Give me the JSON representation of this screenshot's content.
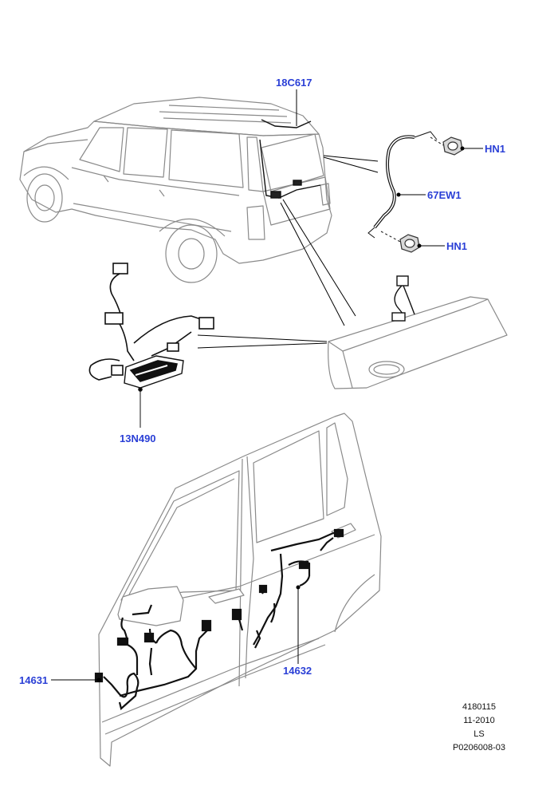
{
  "callouts": {
    "tail_harness": "18C617",
    "strut_cable": "67EW1",
    "nut_upper": "HN1",
    "nut_lower": "HN1",
    "lamp_harness": "13N490",
    "front_door_harness": "14631",
    "rear_door_harness": "14632"
  },
  "meta": {
    "code": "4180115",
    "date": "11-2010",
    "variant": "LS",
    "ref": "P0206008-03"
  },
  "colors": {
    "callout": "#2a3fd6",
    "line_art": "#8a8a8a",
    "harness": "#111111"
  }
}
